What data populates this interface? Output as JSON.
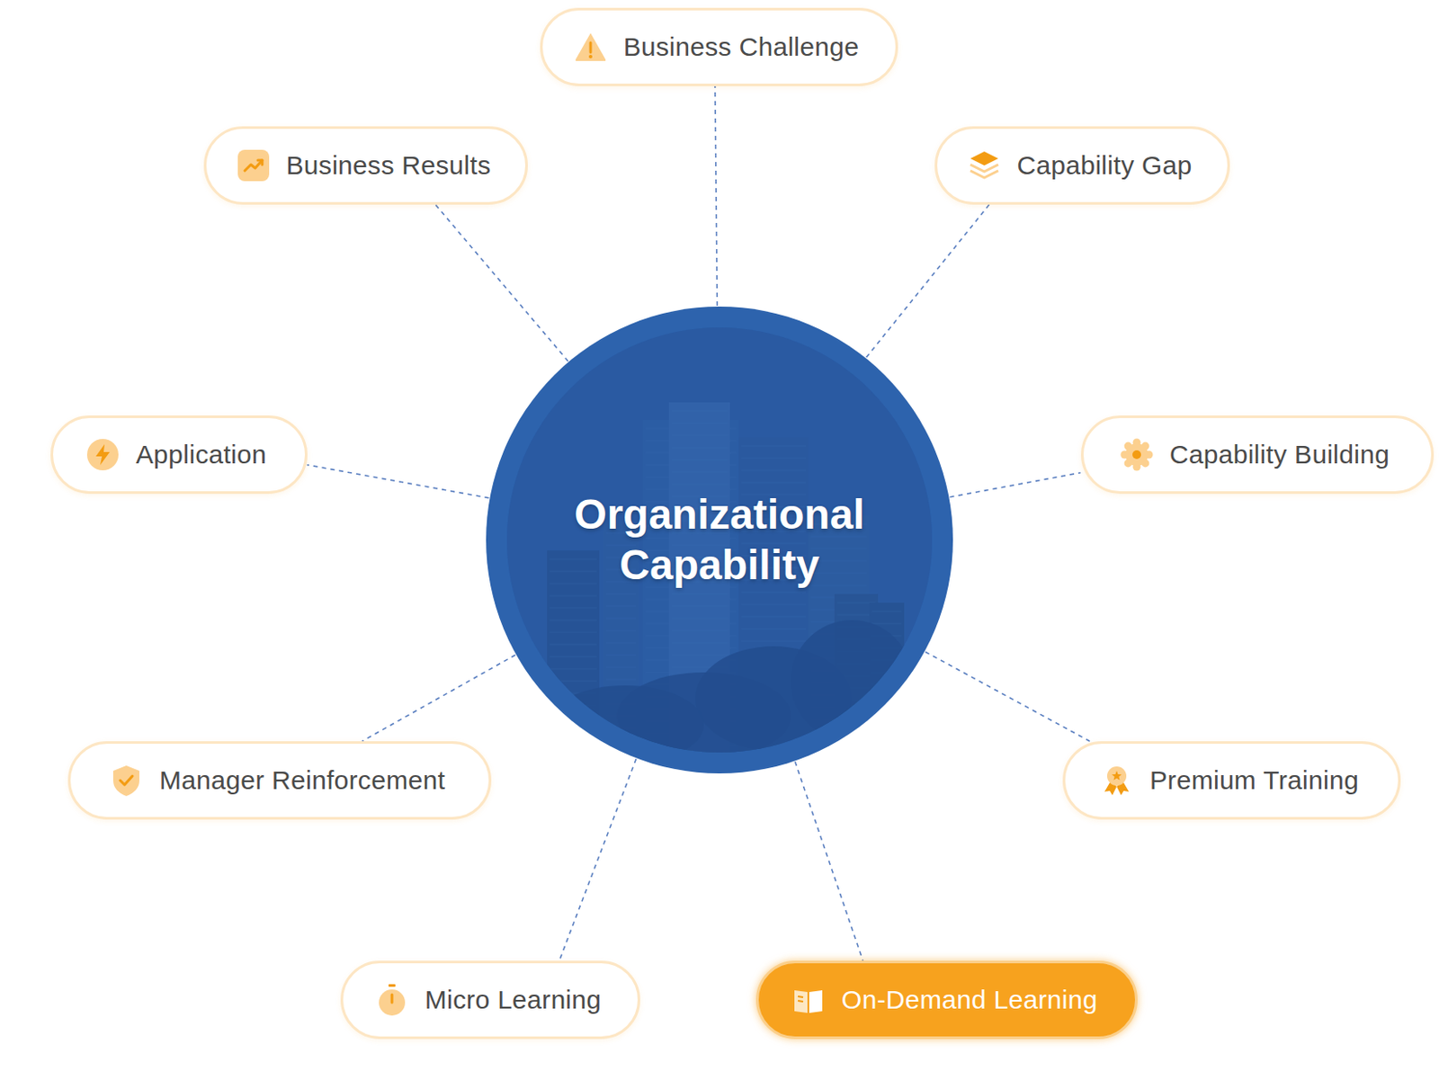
{
  "diagram": {
    "nodes": [
      {
        "text": [
          "Business Challenge"
        ]
      },
      {
        "text": [
          "Business Results"
        ]
      },
      {
        "text": [
          "Capability Gap"
        ]
      },
      {
        "text": [
          "Application"
        ]
      },
      {
        "text": [
          "Organizational Capability"
        ]
      },
      {
        "text": [
          "Capability Building"
        ]
      },
      {
        "text": [
          "Manager Reinforcement"
        ]
      },
      {
        "text": [
          "Premium Training"
        ]
      },
      {
        "text": [
          "Micro Learning"
        ]
      },
      {
        "text": [
          "On-Demand Learning"
        ]
      }
    ],
    "edges": [
      {
        "from": 4,
        "to": 0,
        "arrow": "none"
      },
      {
        "from": 4,
        "to": 1,
        "arrow": "none"
      },
      {
        "from": 4,
        "to": 2,
        "arrow": "none"
      },
      {
        "from": 4,
        "to": 3,
        "arrow": "none"
      },
      {
        "from": 4,
        "to": 5,
        "arrow": "none"
      },
      {
        "from": 4,
        "to": 6,
        "arrow": "none"
      },
      {
        "from": 4,
        "to": 7,
        "arrow": "none"
      },
      {
        "from": 4,
        "to": 8,
        "arrow": "none"
      },
      {
        "from": 4,
        "to": 9,
        "arrow": "none"
      }
    ]
  }
}
